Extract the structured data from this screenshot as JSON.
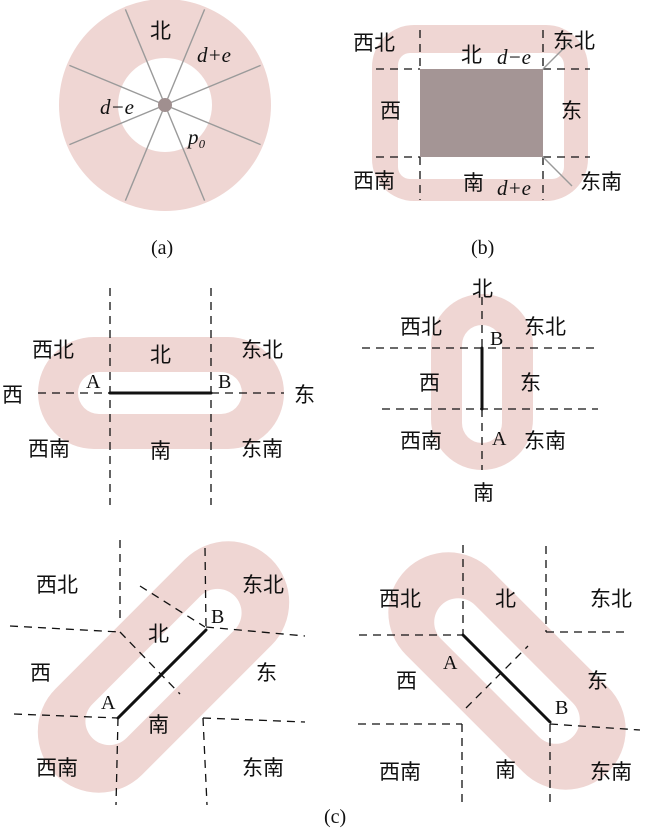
{
  "colors": {
    "buffer": "#efd6d3",
    "inner_gray": "#a49595",
    "line": "#111111",
    "divider": "#9a9a9a"
  },
  "panel_a": {
    "caption": "(a)",
    "north": "北",
    "d_plus_e": "d+e",
    "d_minus_e": "d−e",
    "p0": "p₀"
  },
  "panel_b": {
    "caption": "(b)",
    "northwest": "西北",
    "north": "北",
    "d_minus_e": "d−e",
    "northeast": "东北",
    "west": "西",
    "east": "东",
    "southwest": "西南",
    "south": "南",
    "d_plus_e": "d+e",
    "southeast": "东南"
  },
  "panel_c_horizontal": {
    "northwest": "西北",
    "north": "北",
    "northeast": "东北",
    "west": "西",
    "east": "东",
    "southwest": "西南",
    "south": "南",
    "southeast": "东南",
    "point_a": "A",
    "point_b": "B"
  },
  "panel_c_vertical": {
    "north": "北",
    "northwest": "西北",
    "northeast": "东北",
    "west": "西",
    "east": "东",
    "southwest": "西南",
    "southeast": "东南",
    "south": "南",
    "point_a": "A",
    "point_b": "B"
  },
  "panel_c_diag_up": {
    "northwest": "西北",
    "northeast": "东北",
    "north": "北",
    "west": "西",
    "east": "东",
    "south": "南",
    "southwest": "西南",
    "southeast": "东南",
    "point_a": "A",
    "point_b": "B"
  },
  "panel_c_diag_down": {
    "northwest": "西北",
    "north": "北",
    "northeast": "东北",
    "west": "西",
    "east": "东",
    "southwest": "西南",
    "south": "南",
    "southeast": "东南",
    "point_a": "A",
    "point_b": "B"
  },
  "caption_c": "(c)"
}
